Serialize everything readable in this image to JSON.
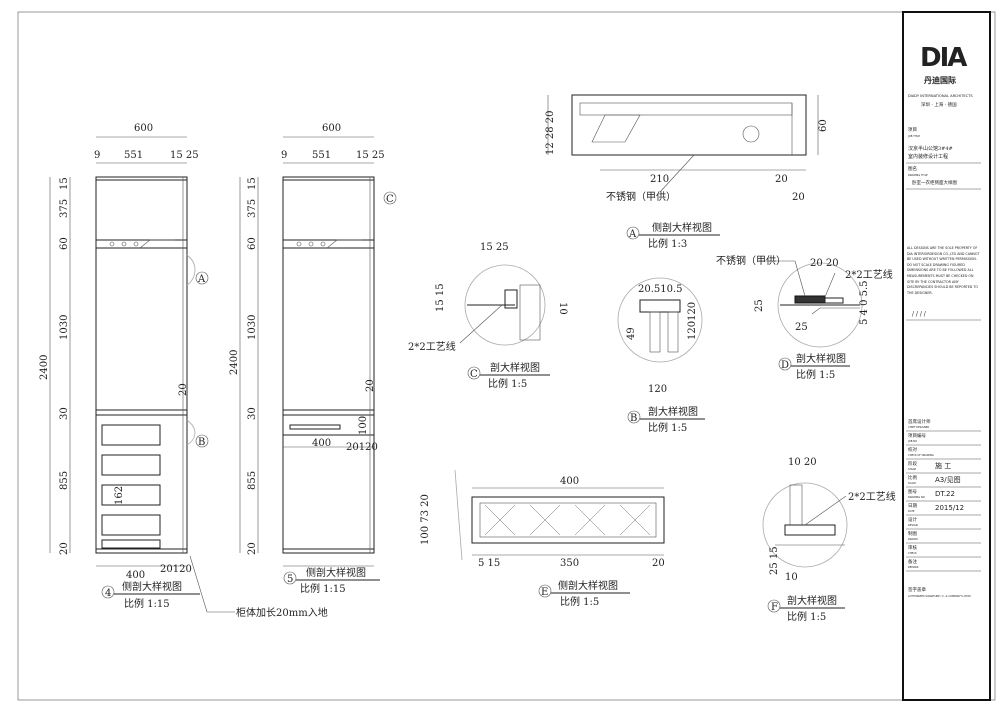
{
  "view4": {
    "title": "侧剖大样视图",
    "scale": "比例 1:15",
    "marker": "4",
    "dims_top": {
      "total": "600",
      "left": "9",
      "mid": "551",
      "right": "15 25"
    },
    "dims_left": [
      "15",
      "375",
      "60",
      "1030",
      "30",
      "855",
      "20"
    ],
    "total_height": "2400",
    "dims_bottom": {
      "width": "400",
      "right": "20120"
    },
    "inner_dims": {
      "gap": "20",
      "drawer": "162"
    },
    "callouts": [
      "A",
      "B"
    ],
    "note": "柜体加长20mm入地"
  },
  "view5": {
    "title": "侧剖大样视图",
    "scale": "比例 1:15",
    "marker": "5",
    "dims_top": {
      "total": "600",
      "left": "9",
      "mid": "551",
      "right": "15 25"
    },
    "dims_left": [
      "15",
      "375",
      "60",
      "1030",
      "30",
      "855",
      "20"
    ],
    "total_height": "2400",
    "dims_bottom": {
      "width": "400",
      "right": "20120"
    },
    "inner_dims": {
      "gap": "20",
      "rail": "100"
    },
    "callouts": [
      "C"
    ]
  },
  "detail_a": {
    "title": "侧剖大样视图",
    "scale": "比例 1:3",
    "marker": "A",
    "dims_left": "12 28 20",
    "dim_right": "60",
    "dim_bottom": "210",
    "dim_bottom_right": "20",
    "dim_lower": "20",
    "material": "不锈钢（甲供）"
  },
  "detail_b": {
    "title": "剖大样视图",
    "scale": "比例 1:5",
    "marker": "B",
    "dims": {
      "top": "20.510.5",
      "left": "49",
      "right": "120120",
      "bottom": "120"
    }
  },
  "detail_c": {
    "title": "剖大样视图",
    "scale": "比例 1:5",
    "marker": "C",
    "dims": {
      "top": "15 25",
      "left": "15 15",
      "right": "10"
    },
    "note": "2*2工艺线"
  },
  "detail_d": {
    "title": "剖大样视图",
    "scale": "比例 1:5",
    "marker": "D",
    "material": "不锈钢（甲供）",
    "note": "2*2工艺线",
    "dims": {
      "top": "20 20",
      "left": "25",
      "bottom": "25",
      "right": "5 4 0 5.5"
    }
  },
  "detail_e": {
    "title": "侧剖大样视图",
    "scale": "比例 1:5",
    "marker": "E",
    "dims": {
      "top": "400",
      "left": "100 73 20",
      "bottom": "350",
      "bottom_left": "5 15",
      "bottom_right": "20"
    }
  },
  "detail_f": {
    "title": "剖大样视图",
    "scale": "比例 1:5",
    "marker": "F",
    "note": "2*2工艺线",
    "dims": {
      "top": "10 20",
      "left": "25 15",
      "bottom": "10"
    }
  },
  "title_block": {
    "logo": "DIA",
    "logo_cn": "丹迪国际",
    "company": "DIADY INTERNATIONAL ARCHITECTS",
    "cities": "深圳 · 上海 · 德国",
    "project_label": "项目",
    "project_label_en": "JOB TITLE",
    "project_name_1": "汉京半山公馆3#4#",
    "project_name_2": "室内装修设计工程",
    "drawing_label": "图名",
    "drawing_label_en": "DRAWING TITLE",
    "drawing_name": "卧室一衣柜侧面大样图",
    "disclaimer": "ALL DESIGNS ARE THE SOLE PROPERTY OF DIA INTERIORDESIGN CO.,LTD AND CANNOT BE USED WITHOUT WRITTEN PERMISSION. DO NOT SCALE DRAWING FIGURED DIMENSIONS ARE TO BE FOLLOWED ALL MEASUREMENTS MUST BE CHECKED ON SITE BY THE CONTRACTOR ANY DISCREPANCIES SHOULD BE REPORTED TO THE DESIGNER.",
    "fields": [
      {
        "cn": "首席设计师",
        "en": "CHIEF DESIGNER",
        "value": ""
      },
      {
        "cn": "项目编号",
        "en": "JOB NO",
        "value": ""
      },
      {
        "cn": "校对",
        "en": "CHECK OF DRAWING",
        "value": ""
      },
      {
        "cn": "阶段",
        "en": "STAGE",
        "value": "施 工"
      },
      {
        "cn": "比例",
        "en": "SCALE",
        "value": "A3/见图"
      },
      {
        "cn": "图号",
        "en": "DRAWING NO",
        "value": "DT.22"
      },
      {
        "cn": "日期",
        "en": "DATE",
        "value": "2015/12"
      },
      {
        "cn": "设计",
        "en": "DESIGN",
        "value": ""
      },
      {
        "cn": "制图",
        "en": "DRAWN",
        "value": ""
      },
      {
        "cn": "审核",
        "en": "CHECK",
        "value": ""
      },
      {
        "cn": "备注",
        "en": "REMARK",
        "value": ""
      }
    ],
    "seal_label": "签字盖章",
    "seal_label_en": "AUTHORIZED SIGNATURE / C. & COMPANY'S CHOP"
  }
}
